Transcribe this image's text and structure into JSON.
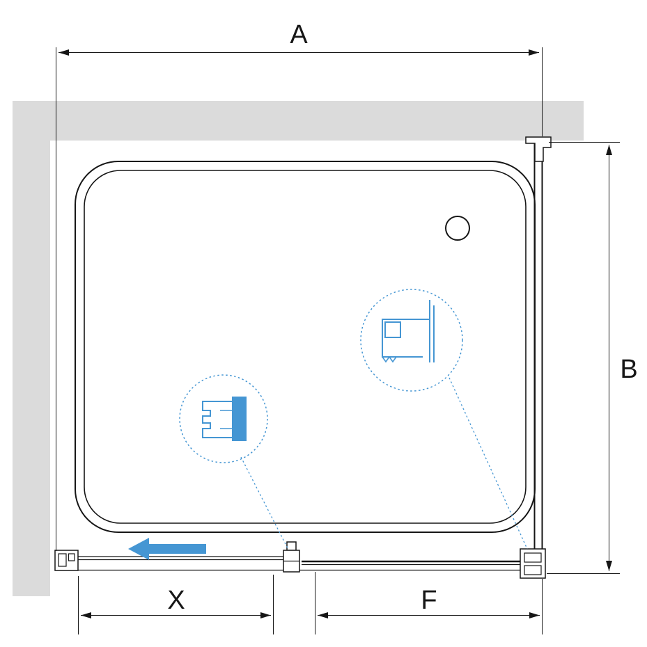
{
  "title": "Shower enclosure dimensional drawing",
  "labels": {
    "width": "A",
    "height": "B",
    "door_opening": "X",
    "fixed_panel": "F"
  },
  "icons": {
    "slide_direction": "left-arrow",
    "callout_right": "corner-profile-detail",
    "callout_left": "glass-clamp-detail"
  },
  "colors": {
    "wall-gray": "#dbdbdb",
    "line-black": "#161616",
    "accent-blue": "#4596d3"
  }
}
